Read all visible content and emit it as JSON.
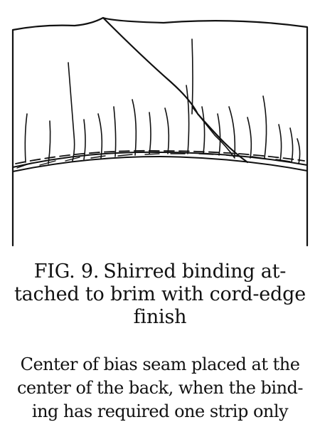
{
  "figure": {
    "label": "FIG. 9.",
    "caption_lines": [
      "Shirred binding at-",
      "tached to brim with cord-edge",
      "finish"
    ],
    "note_lines": [
      "Center of bias seam placed at the",
      "center of the back, when the bind-",
      "ing has required one strip only"
    ]
  },
  "colors": {
    "ink": "#111111",
    "paper": "#ffffff"
  }
}
